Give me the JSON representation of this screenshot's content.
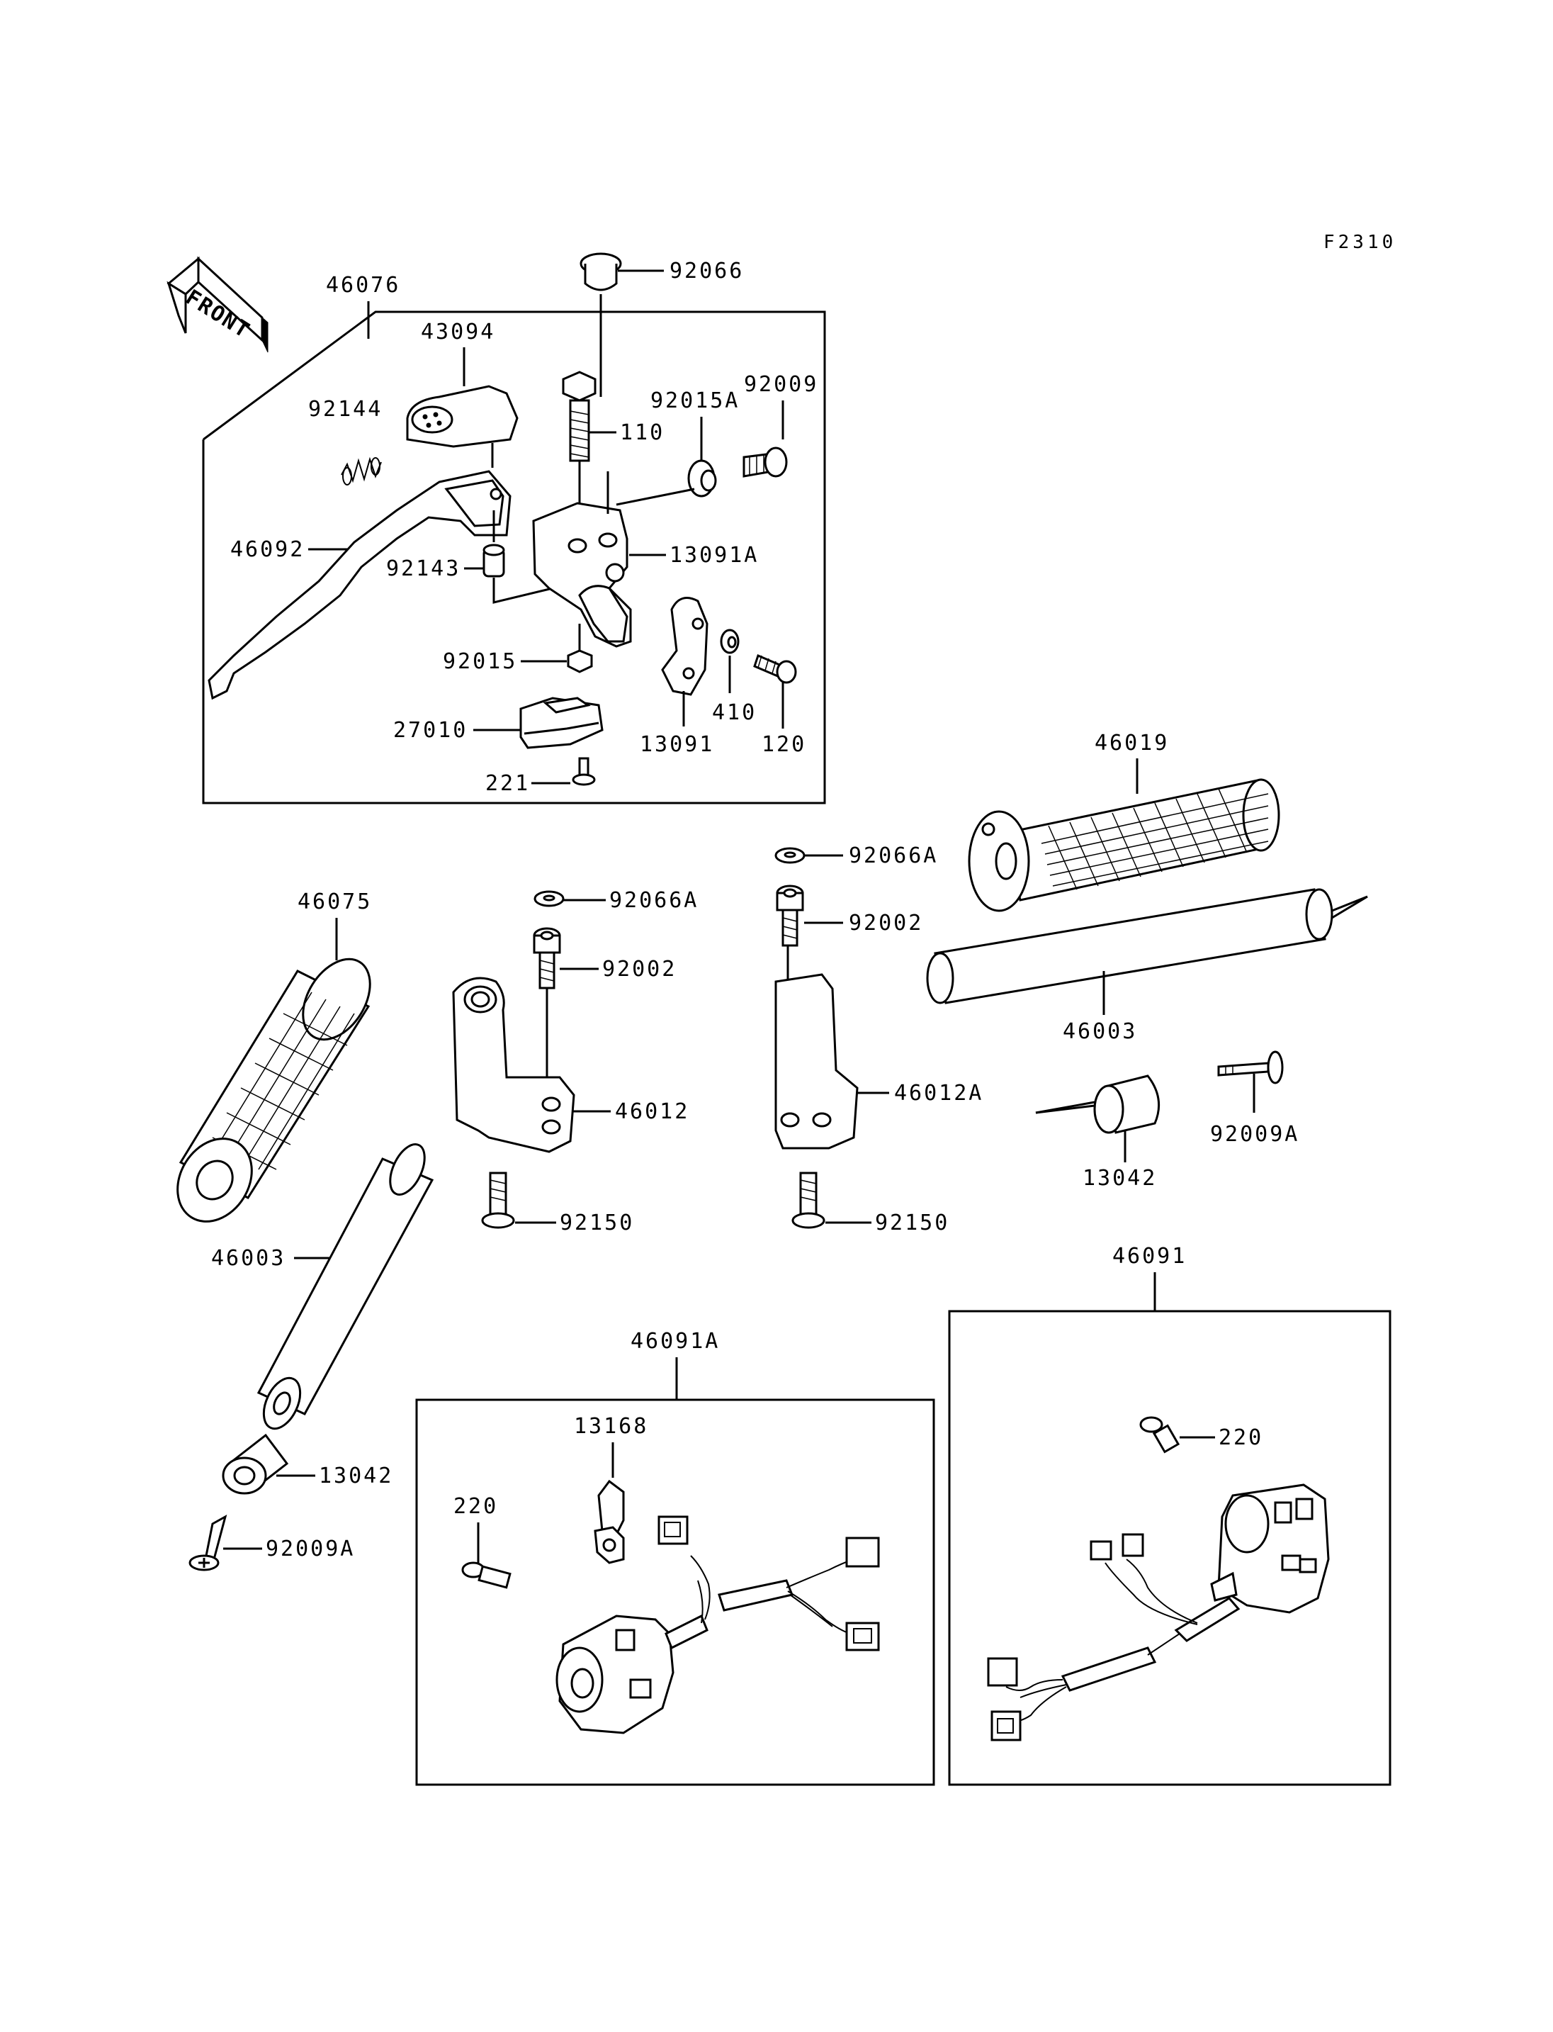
{
  "diagram_code": "F2310",
  "front_arrow_label": "FRONT",
  "part_numbers": {
    "p92066": "92066",
    "p46076": "46076",
    "p43094": "43094",
    "p92144": "92144",
    "p110": "110",
    "p92015A": "92015A",
    "p92009": "92009",
    "p46092": "46092",
    "p92143": "92143",
    "p13091A": "13091A",
    "p92015": "92015",
    "p410": "410",
    "p13091": "13091",
    "p120": "120",
    "p27010": "27010",
    "p221": "221",
    "p46019": "46019",
    "p92066A_right": "92066A",
    "p92002_right": "92002",
    "p46003_right": "46003",
    "p46012A": "46012A",
    "p13042_right": "13042",
    "p92009A_right": "92009A",
    "p92150_right": "92150",
    "p46075": "46075",
    "p92066A_mid": "92066A",
    "p92002_mid": "92002",
    "p46012": "46012",
    "p92150_mid": "92150",
    "p46003_left": "46003",
    "p13042_left": "13042",
    "p92009A_left": "92009A",
    "p46091": "46091",
    "p220_right": "220",
    "p46091A": "46091A",
    "p13168": "13168",
    "p220_left": "220"
  },
  "icons": [
    "front-arrow-icon"
  ]
}
